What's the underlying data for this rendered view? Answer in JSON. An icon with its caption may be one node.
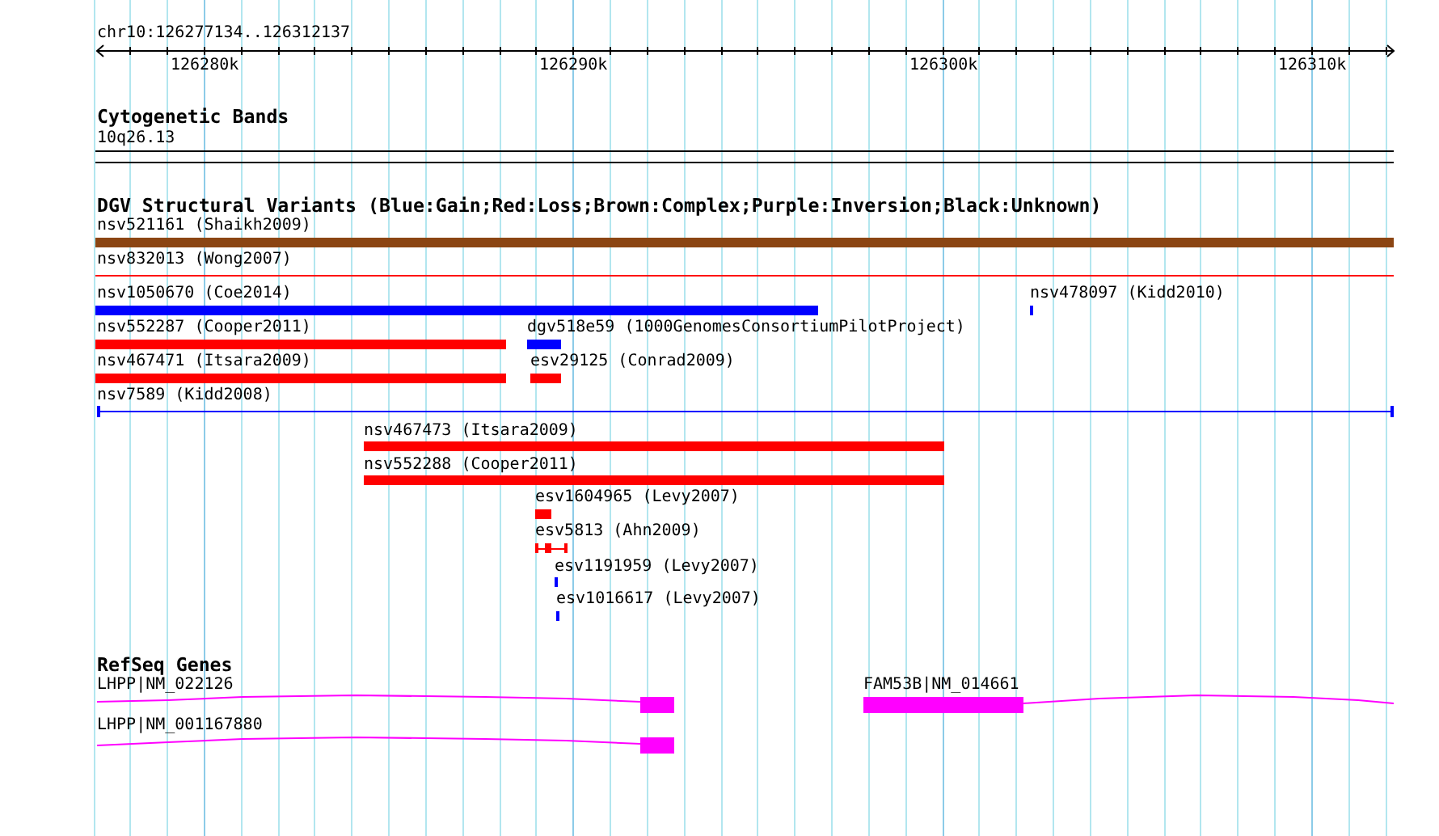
{
  "diagram": {
    "nodes": [
      {
        "text": [
          "10q26.13"
        ]
      },
      {
        "text": [
          "nsv521161 (Shaikh2009)"
        ]
      },
      {
        "text": [
          "nsv832013 (Wong2007)"
        ]
      },
      {
        "text": [
          "nsv1050670 (Coe2014)"
        ]
      },
      {
        "text": [
          "nsv478097 (Kidd2010)"
        ]
      },
      {
        "text": [
          "nsv552287 (Cooper2011)"
        ]
      },
      {
        "text": [
          "dgv518e59 (1000GenomesConsortiumPilotProject)"
        ]
      },
      {
        "text": [
          "nsv467471 (Itsara2009)"
        ]
      },
      {
        "text": [
          "esv29125 (Conrad2009)"
        ]
      },
      {
        "text": [
          "nsv7589 (Kidd2008)"
        ]
      },
      {
        "text": [
          "nsv467473 (Itsara2009)"
        ]
      },
      {
        "text": [
          "nsv552288 (Cooper2011)"
        ]
      },
      {
        "text": [
          "esv1604965 (Levy2007)"
        ]
      },
      {
        "text": [
          "esv5813 (Ahn2009)"
        ]
      },
      {
        "text": [
          "esv1191959 (Levy2007)"
        ]
      },
      {
        "text": [
          "esv1016617 (Levy2007)"
        ]
      },
      {
        "text": [
          "LHPP|NM_022126"
        ]
      },
      {
        "text": [
          "FAM53B|NM_014661"
        ]
      },
      {
        "text": [
          "LHPP|NM_001167880"
        ]
      }
    ],
    "labels": [
      "chr10:126277134..126312137",
      "126280k",
      "126290k",
      "126300k",
      "126310k",
      "Cytogenetic Bands",
      "DGV Structural Variants (Blue:Gain;Red:Loss;Brown:Complex;Purple:Inversion;Black:Unknown)",
      "RefSeq Genes"
    ]
  }
}
